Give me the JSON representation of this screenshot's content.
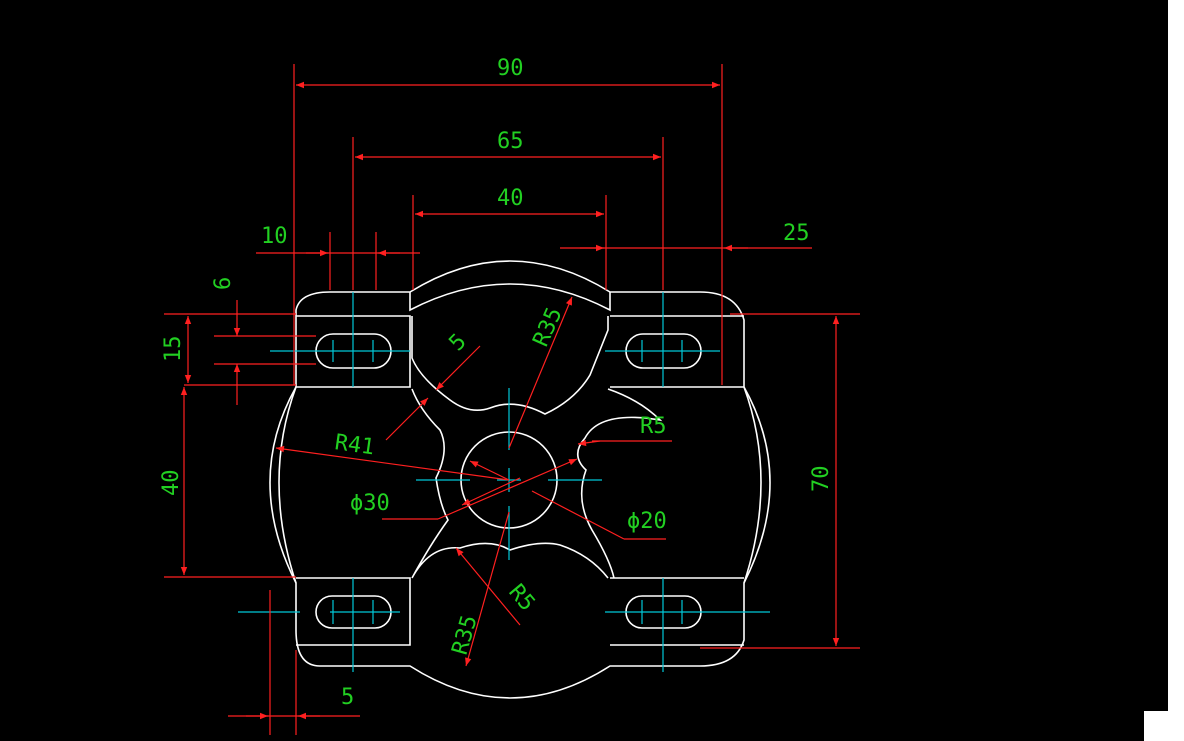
{
  "colors": {
    "background": "#000000",
    "outline": "#ffffff",
    "centerline": "#00c8d8",
    "dimension": "#ff2020",
    "dimension_text": "#22d022"
  },
  "dimensions": {
    "d90": "90",
    "d65": "65",
    "d40_top": "40",
    "d10": "10",
    "d25": "25",
    "d6": "6",
    "d15": "15",
    "d40_left": "40",
    "d70": "70",
    "d5_bottom": "5",
    "d5_diag": "5",
    "r35_top": "R35",
    "r35_bottom": "R35",
    "r41": "R41",
    "r5_right": "R5",
    "r5_bottom": "R5",
    "phi30": "ϕ30",
    "phi20": "ϕ20"
  }
}
